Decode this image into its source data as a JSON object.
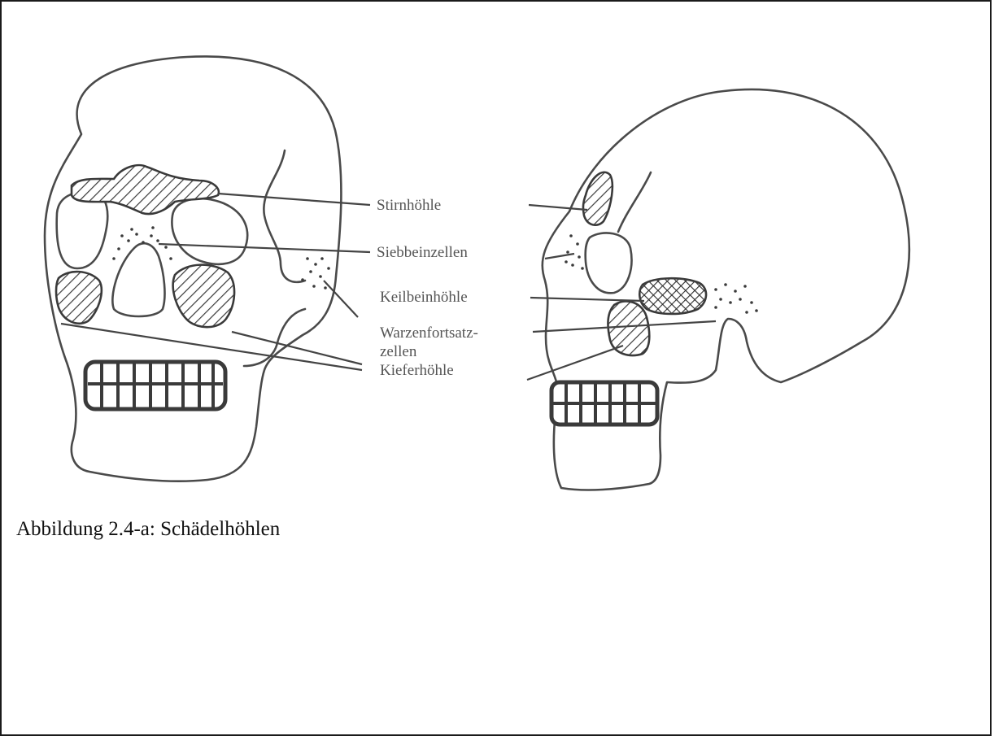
{
  "labels": {
    "frontal": "Stirnhöhle",
    "ethmoid": "Siebbeinzellen",
    "sphenoid": "Keilbeinhöhle",
    "mastoid_line1": "Warzenfortsatz-",
    "mastoid_line2": "zellen",
    "maxillary": "Kieferhöhle"
  },
  "caption": "Abbildung 2.4-a: Schädelhöhlen",
  "colors": {
    "line": "#4a4a4a",
    "label_text": "#555555",
    "caption_text": "#111111",
    "frame": "#1a1a1a"
  }
}
